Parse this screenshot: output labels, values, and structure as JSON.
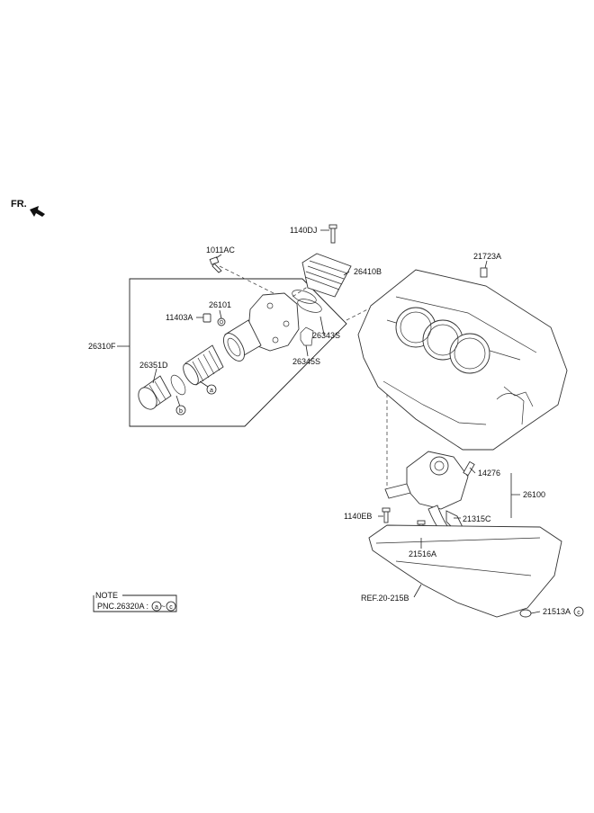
{
  "fr_label": "FR.",
  "labels": {
    "p1140DJ": "1140DJ",
    "p1011AC": "1011AC",
    "p26410B": "26410B",
    "p21723A": "21723A",
    "p26101": "26101",
    "p11403A": "11403A",
    "p26310F": "26310F",
    "p26351D": "26351D",
    "p26343S": "26343S",
    "p26345S": "26345S",
    "p14276": "14276",
    "p26100": "26100",
    "p1140EB": "1140EB",
    "p21315C": "21315C",
    "p21516A": "21516A",
    "ref": "REF.20-215B",
    "p21513A": "21513A"
  },
  "markers": {
    "a": "a",
    "b": "b",
    "c": "c"
  },
  "note": {
    "title": "NOTE",
    "pnc_prefix": "PNC.26320A :",
    "pnc_a": "a",
    "pnc_sep": "~",
    "pnc_c": "c"
  }
}
